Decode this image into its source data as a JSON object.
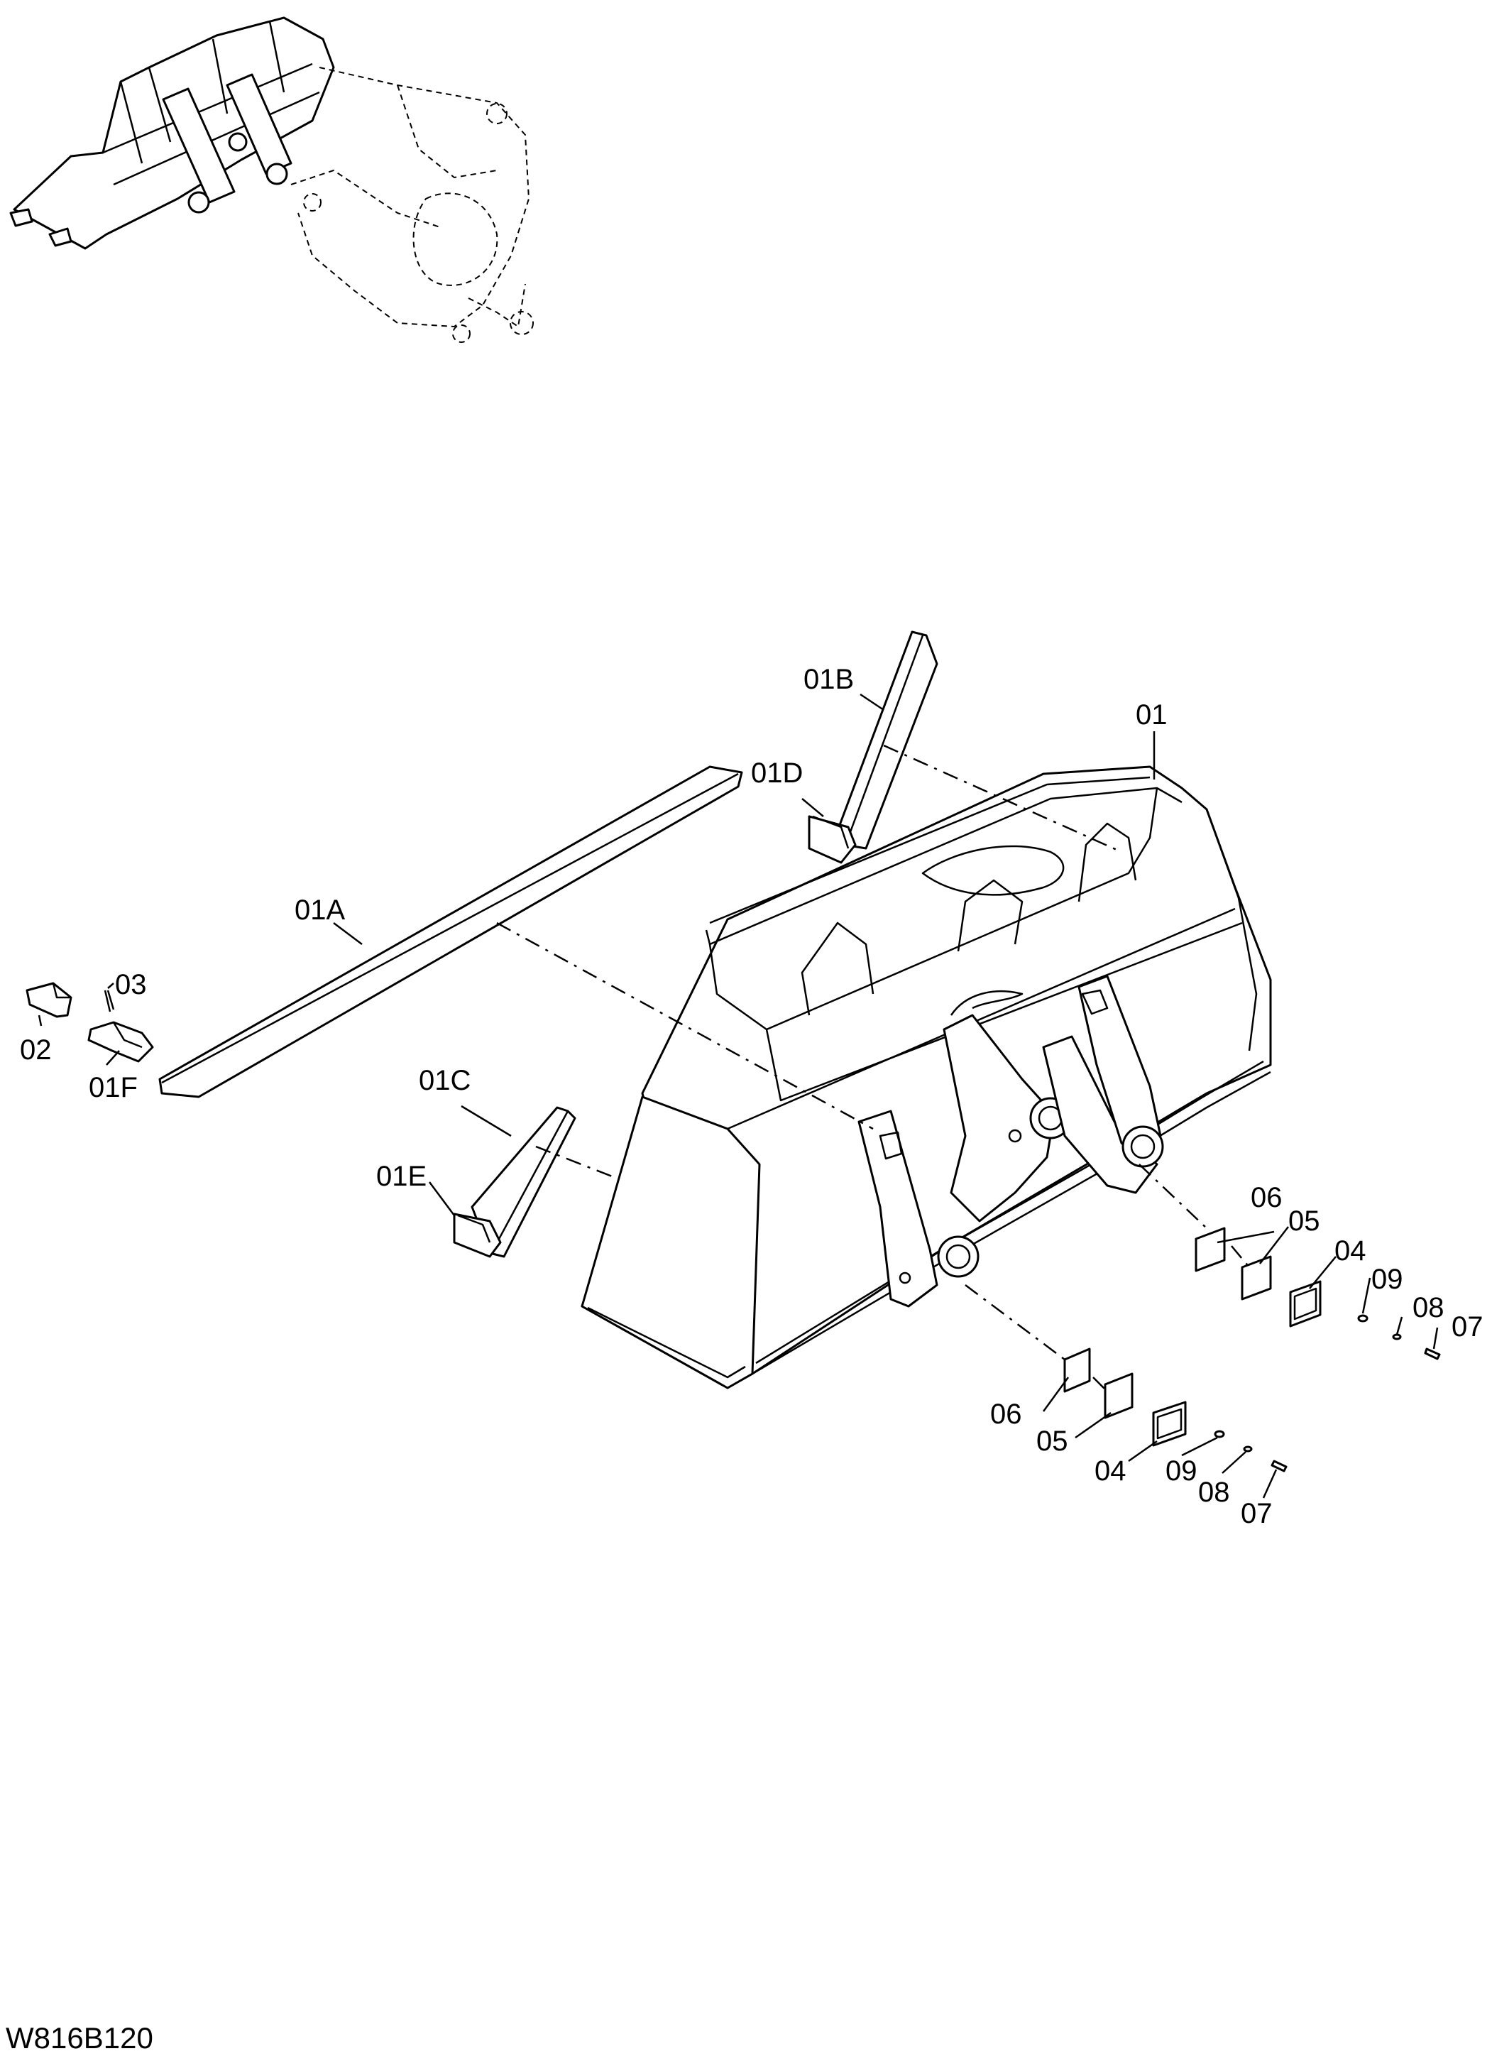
{
  "drawing_code": "W816B120",
  "callouts": {
    "c01": "01",
    "c01A": "01A",
    "c01B": "01B",
    "c01C": "01C",
    "c01D": "01D",
    "c01E": "01E",
    "c01F": "01F",
    "c02": "02",
    "c03": "03",
    "c04a": "04",
    "c05a": "05",
    "c06a": "06",
    "c07a": "07",
    "c08a": "08",
    "c09a": "09",
    "c04b": "04",
    "c05b": "05",
    "c06b": "06",
    "c07b": "07",
    "c08b": "08",
    "c09b": "09"
  }
}
